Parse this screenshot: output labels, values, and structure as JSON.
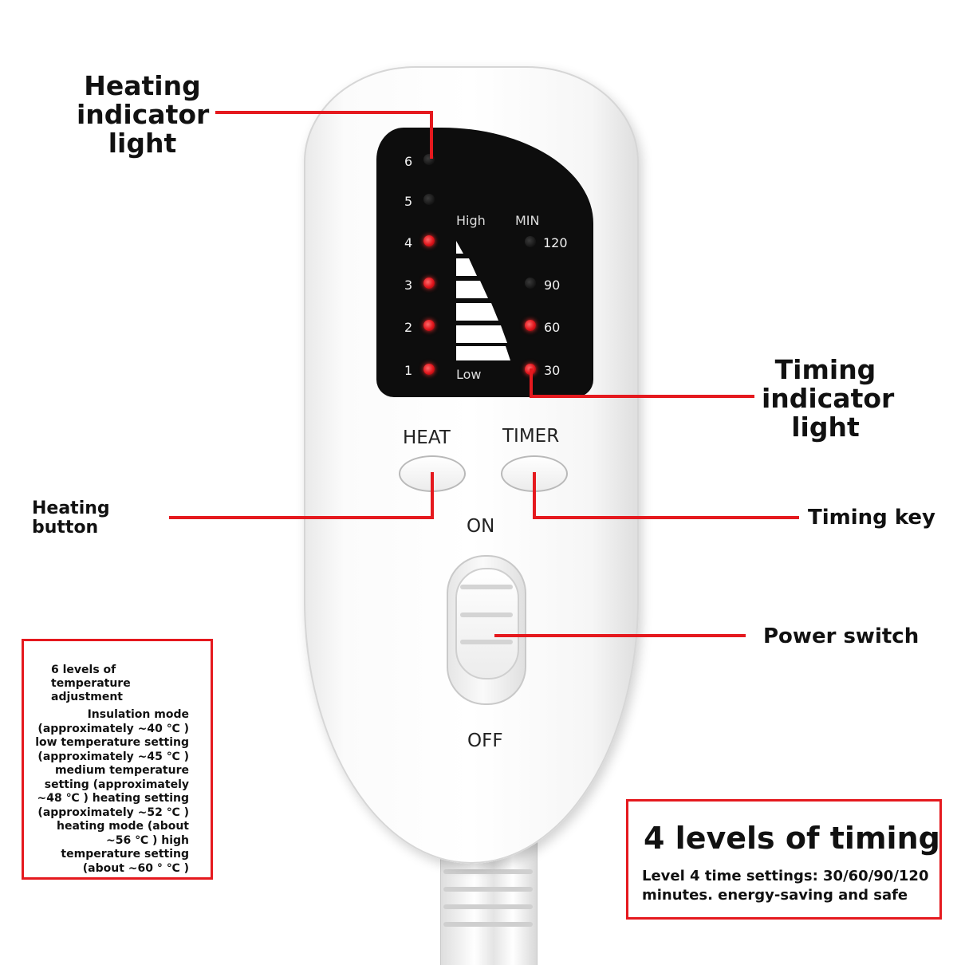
{
  "callouts": {
    "heating_indicator_light": "Heating indicator light",
    "timing_indicator_light": "Timing indicator light",
    "heating_button": "Heating button",
    "timing_key": "Timing key",
    "power_switch": "Power switch"
  },
  "display": {
    "heat_levels": [
      {
        "label": "6",
        "on": false
      },
      {
        "label": "5",
        "on": false
      },
      {
        "label": "4",
        "on": true
      },
      {
        "label": "3",
        "on": true
      },
      {
        "label": "2",
        "on": true
      },
      {
        "label": "1",
        "on": true
      }
    ],
    "high_label": "High",
    "low_label": "Low",
    "min_label": "MIN",
    "timer_levels": [
      {
        "label": "120",
        "on": false
      },
      {
        "label": "90",
        "on": false
      },
      {
        "label": "60",
        "on": true
      },
      {
        "label": "30",
        "on": true
      }
    ],
    "led_on_color": "#e0141b"
  },
  "buttons": {
    "heat": "HEAT",
    "timer": "TIMER",
    "on": "ON",
    "off": "OFF"
  },
  "info_left": {
    "title": "6 levels of temperature adjustment",
    "body": "Insulation mode (approximately ~40 ℃ ) low temperature setting (approximately ~45 ℃ ) medium temperature setting (approximately ~48 ℃ ) heating setting (approximately ~52 ℃ ) heating mode (about ~56 ℃ ) high temperature setting (about ~60 ° ℃ )"
  },
  "info_right": {
    "title": "4 levels of timing",
    "body": "Level 4 time settings: 30/60/90/120 minutes. energy-saving and safe"
  },
  "accent_color": "#e5191e"
}
